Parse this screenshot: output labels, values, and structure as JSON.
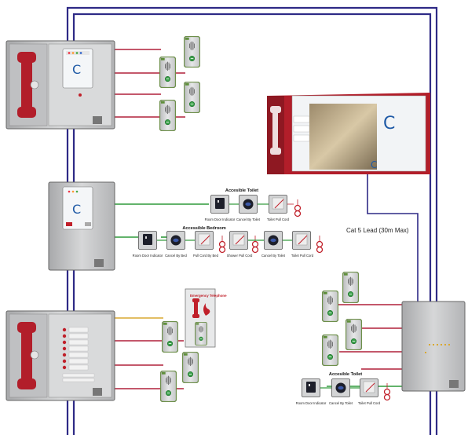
{
  "labels": {
    "cat5": "Cat 5 Lead (30m Max)",
    "accessible_toilet_top": "Accesible Toilet",
    "accessible_bedroom": "Accessible Bedroom",
    "accessible_toilet_bottom": "Accesible Toilet",
    "room_door_indicator": "Room Door Indicator",
    "cancel_by_toilet": "Cancel By Toilet",
    "toilet_pull_cord": "Toilet Pull Cord",
    "cancel_by_bed": "Cancel By Bed",
    "pull_cord_by_bed": "Pull Cord By Bed",
    "shower_pull_cord": "Shower Pull Cord",
    "emergency_telephone": "Emergency Telephone"
  },
  "colors": {
    "blue_cable": "#2e2a86",
    "red_cable": "#b0213a",
    "green_cable": "#2f9a3a",
    "yellow_cable": "#d9a830",
    "panel_grey": "#c9cacb",
    "handset_red": "#b21e2a"
  }
}
